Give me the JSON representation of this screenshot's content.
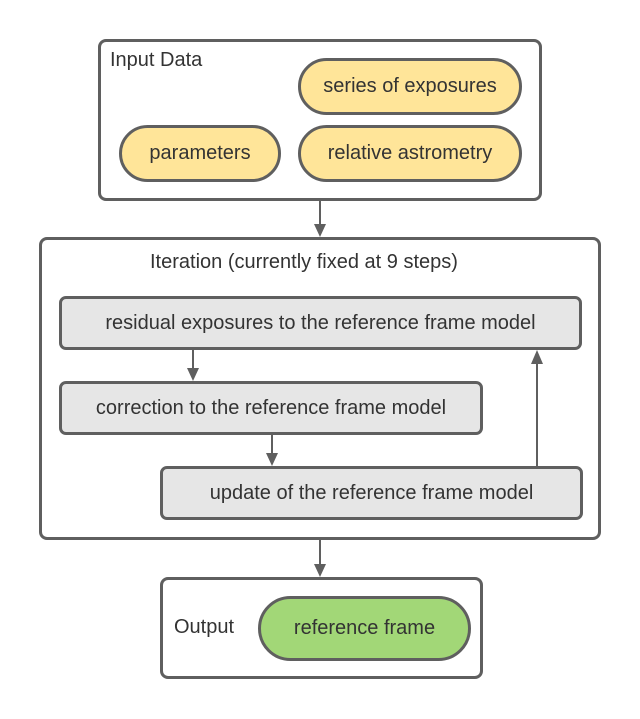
{
  "input": {
    "title": "Input Data",
    "items": [
      {
        "label": "series of exposures",
        "color": "#ffe599"
      },
      {
        "label": "parameters",
        "color": "#ffe599"
      },
      {
        "label": "relative astrometry",
        "color": "#ffe599"
      }
    ]
  },
  "iteration": {
    "title": "Iteration (currently fixed at 9 steps)",
    "steps": [
      {
        "label": "residual exposures to the reference frame model"
      },
      {
        "label": "correction to the reference frame model"
      },
      {
        "label": "update of the reference frame model"
      }
    ]
  },
  "output": {
    "title": "Output",
    "result": {
      "label": "reference frame",
      "color": "#a2d777"
    }
  },
  "colors": {
    "stroke": "#5f5f5f",
    "step_fill": "#e6e6e6",
    "input_fill": "#ffe599",
    "output_fill": "#a2d777"
  }
}
